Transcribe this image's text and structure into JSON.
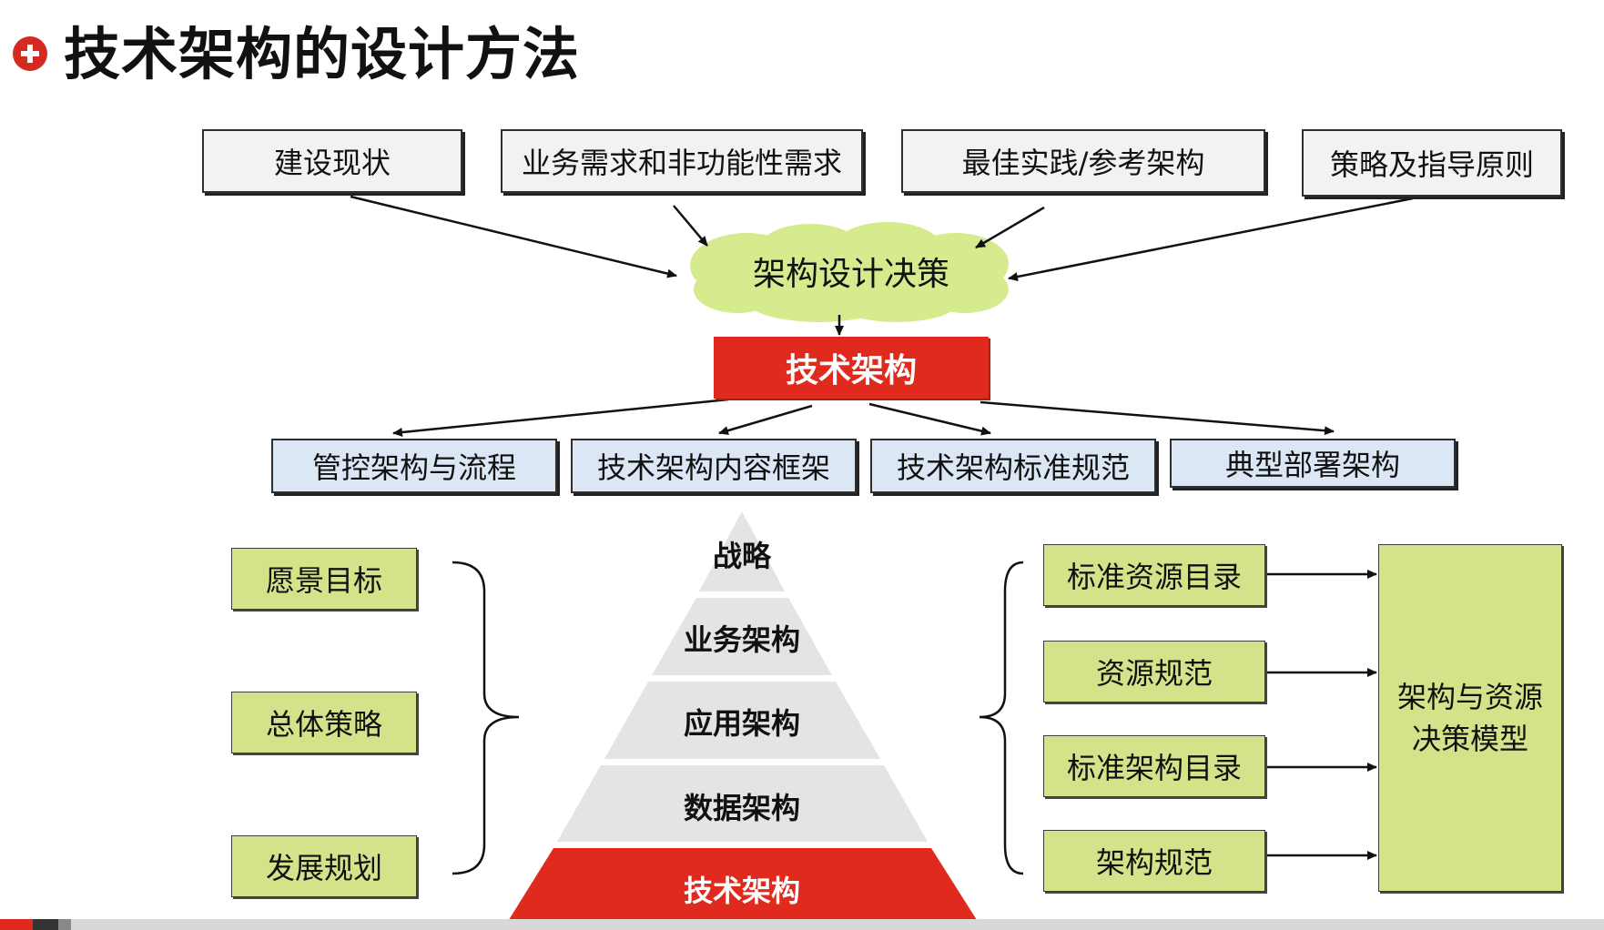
{
  "title": "技术架构的设计方法",
  "inputs": [
    "建设现状",
    "业务需求和非功能性需求",
    "最佳实践/参考架构",
    "策略及指导原则"
  ],
  "decision_cloud": "架构设计决策",
  "core": "技术架构",
  "outputs": [
    "管控架构与流程",
    "技术架构内容框架",
    "技术架构标准规范",
    "典型部署架构"
  ],
  "left_items": [
    "愿景目标",
    "总体策略",
    "发展规划"
  ],
  "pyramid": [
    "战略",
    "业务架构",
    "应用架构",
    "数据架构",
    "技术架构"
  ],
  "right_items": [
    "标准资源目录",
    "资源规范",
    "标准架构目录",
    "架构规范"
  ],
  "model": {
    "line1": "架构与资源",
    "line2": "决策模型"
  },
  "colors": {
    "accent_red": "#e02a1e",
    "cloud_green": "#d6ea8e",
    "box_green": "#d3e389",
    "box_blue": "#dbe7f5",
    "box_gray": "#f2f2f2",
    "pyramid_gray": "#e4e4e4"
  }
}
